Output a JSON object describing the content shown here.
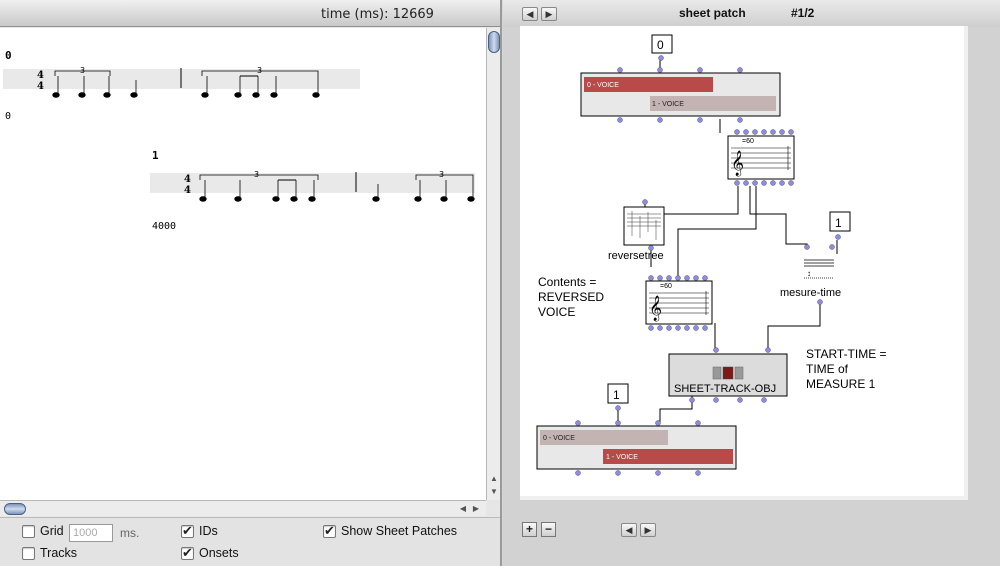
{
  "score_editor": {
    "time_label": "time (ms): 12669",
    "systems": [
      {
        "number": "0",
        "onset": "0"
      },
      {
        "number": "1",
        "onset": "4000"
      }
    ],
    "time_signature": {
      "numerator": "4",
      "denominator": "4"
    },
    "tuplet_label": "3"
  },
  "options": {
    "grid_label": "Grid",
    "grid_checked": false,
    "grid_value": "1000",
    "grid_unit": "ms.",
    "ids_label": "IDs",
    "ids_checked": true,
    "show_sheet_patches_label": "Show Sheet Patches",
    "show_sheet_patches_checked": true,
    "tracks_label": "Tracks",
    "tracks_checked": false,
    "onsets_label": "Onsets",
    "onsets_checked": true
  },
  "patch": {
    "title": "sheet patch",
    "index": "#1/2",
    "inputs": {
      "top": "0",
      "mesure": "1",
      "bottom": "1"
    },
    "voice_track_labels": [
      "0 - VOICE",
      "1 - VOICE"
    ],
    "reversetree_label": "reversetree",
    "mesure_time_label": "mesure-time",
    "sheet_track_obj_label": "SHEET-TRACK-OBJ",
    "tempo_label": "=60",
    "comment_contents": [
      "Contents =",
      "REVERSED",
      "VOICE"
    ],
    "comment_start_time": [
      "START-TIME =",
      "TIME of",
      "MEASURE 1"
    ]
  },
  "colors": {
    "voice_active": "#b84a4a",
    "voice_inactive": "#c4b3b3",
    "inlet": "#8c8ce8",
    "box_bg": "#e8e8e8"
  },
  "footer": {
    "add_label": "+",
    "remove_label": "−"
  }
}
